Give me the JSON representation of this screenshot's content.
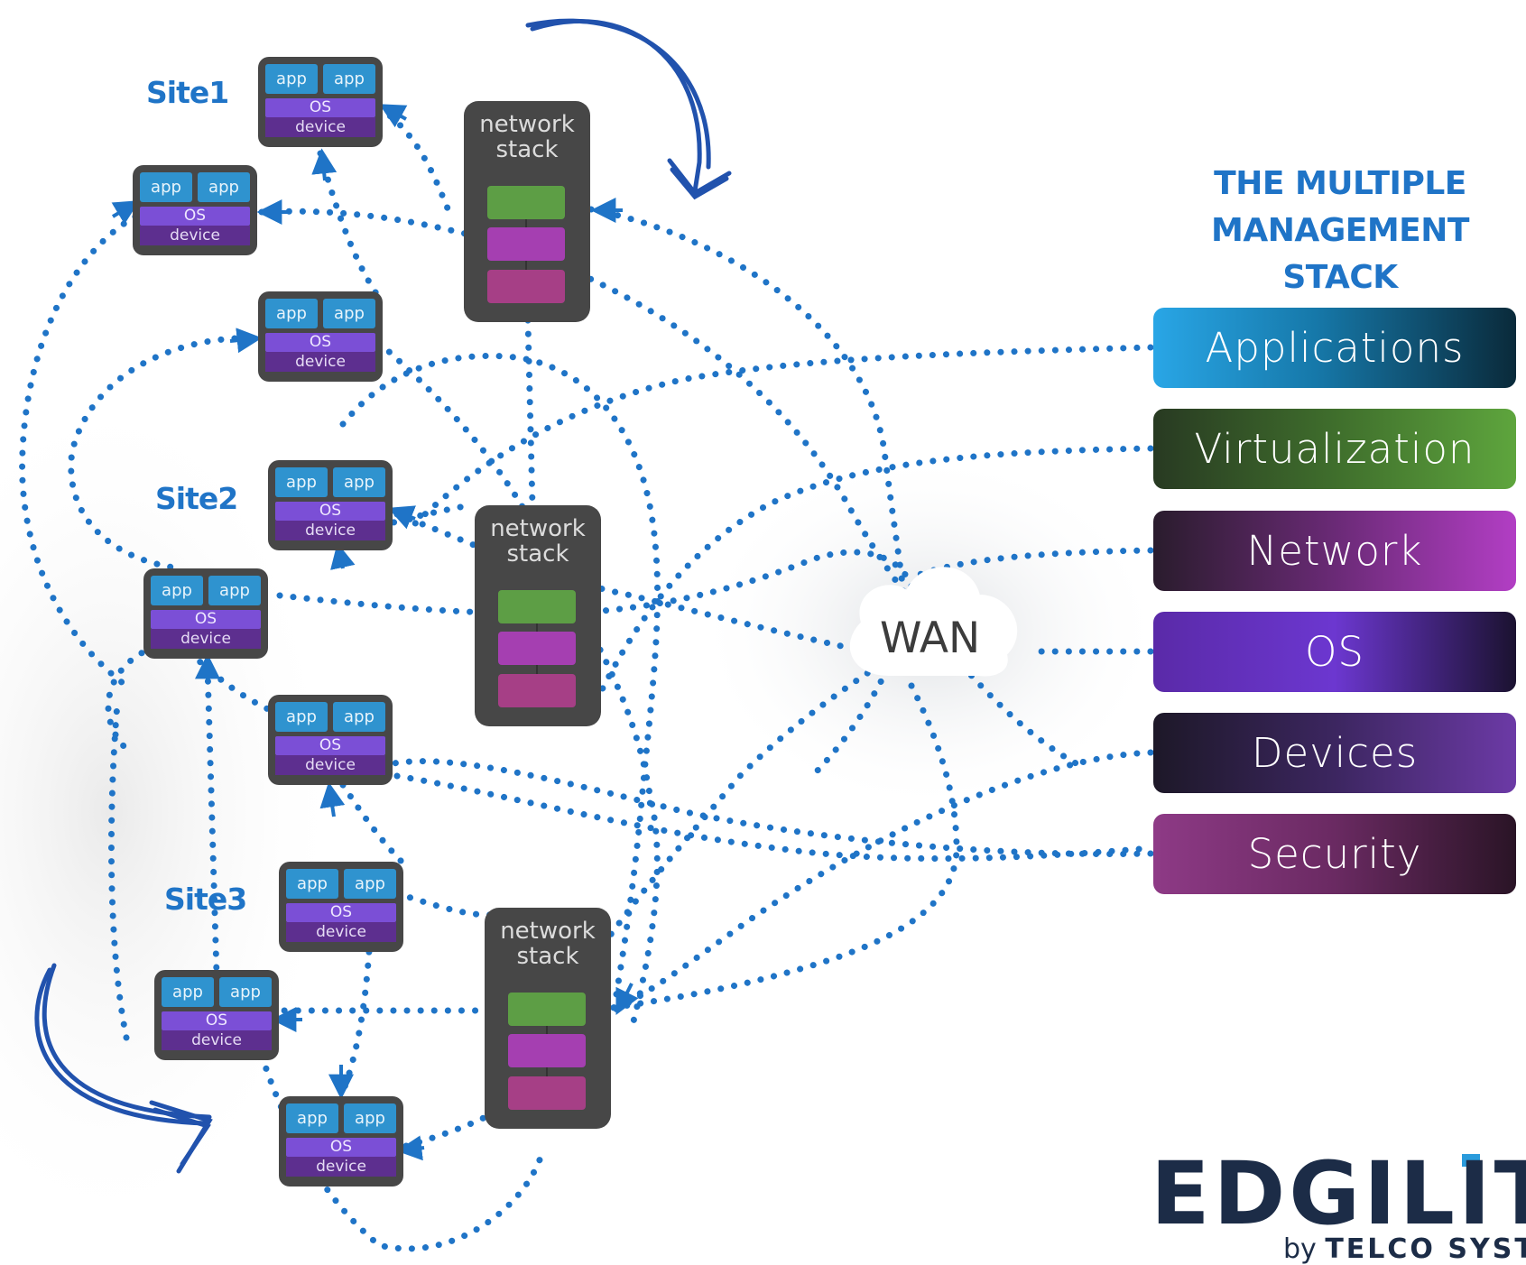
{
  "sites": [
    {
      "label": "Site1"
    },
    {
      "label": "Site2"
    },
    {
      "label": "Site3"
    }
  ],
  "device_box": {
    "app_label": "app",
    "os_label": "OS",
    "device_label": "device"
  },
  "network_stack": {
    "label_line1": "network",
    "label_line2": "stack"
  },
  "wan": {
    "label": "WAN"
  },
  "management": {
    "title_lines": [
      "THE MULTIPLE",
      "MANAGEMENT",
      "STACK"
    ],
    "layers": [
      "Applications",
      "Virtualization",
      "Network",
      "OS",
      "Devices",
      "Security"
    ]
  },
  "logo": {
    "name": "EDGILIT",
    "by": "by",
    "company": "TELCO SYSTE"
  },
  "colors": {
    "accent": "#1f74c7",
    "dotted_links": "#1f74c7"
  }
}
